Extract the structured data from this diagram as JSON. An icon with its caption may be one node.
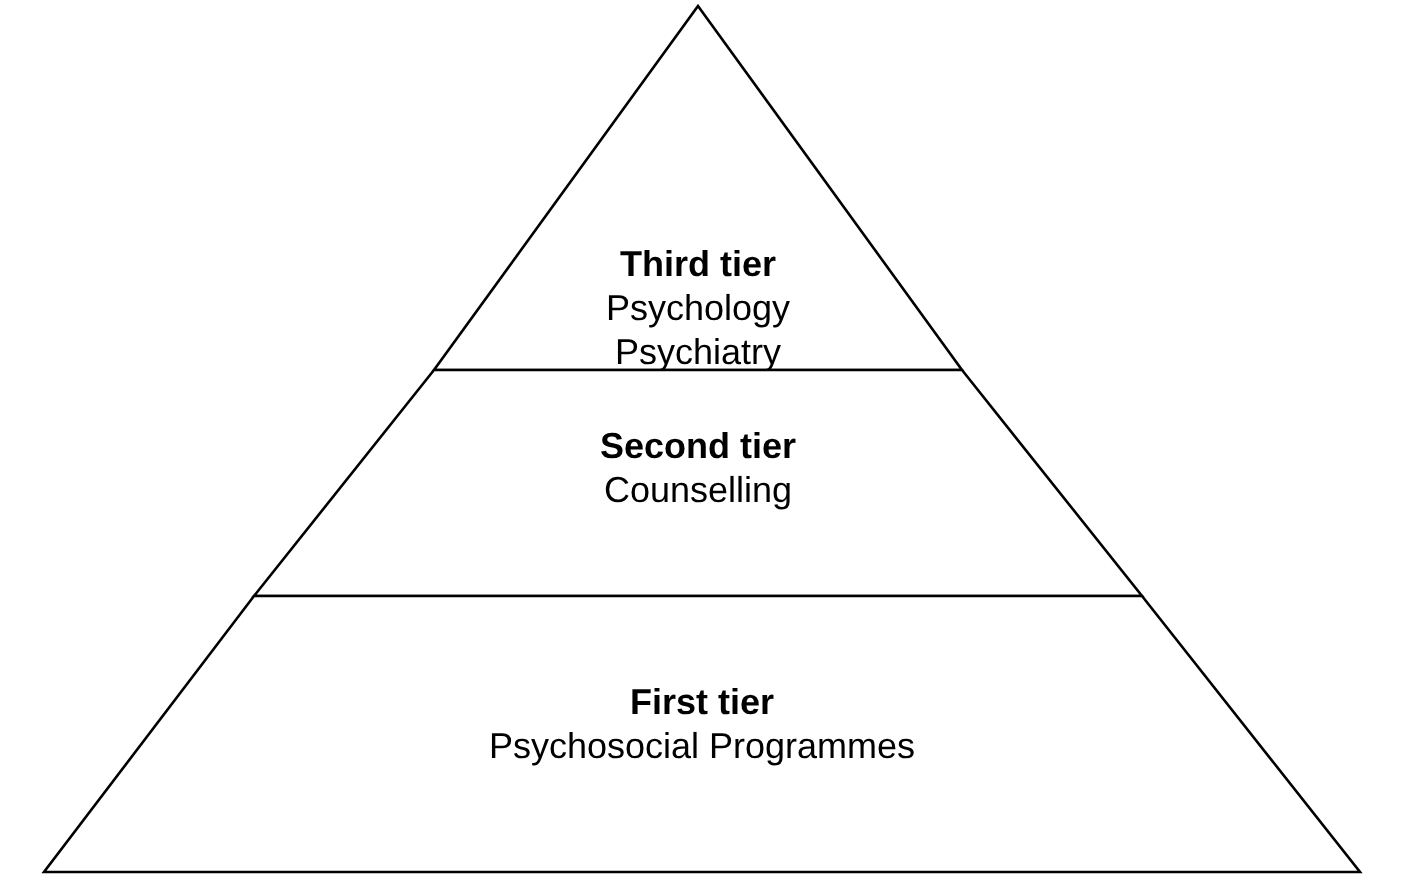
{
  "diagram": {
    "nodes": [
      {
        "text": [
          "Third tier",
          "Psychology",
          "Psychiatry"
        ]
      },
      {
        "text": [
          "Second tier",
          "Counselling"
        ]
      },
      {
        "text": [
          "First tier",
          "Psychosocial Programmes"
        ]
      }
    ]
  }
}
